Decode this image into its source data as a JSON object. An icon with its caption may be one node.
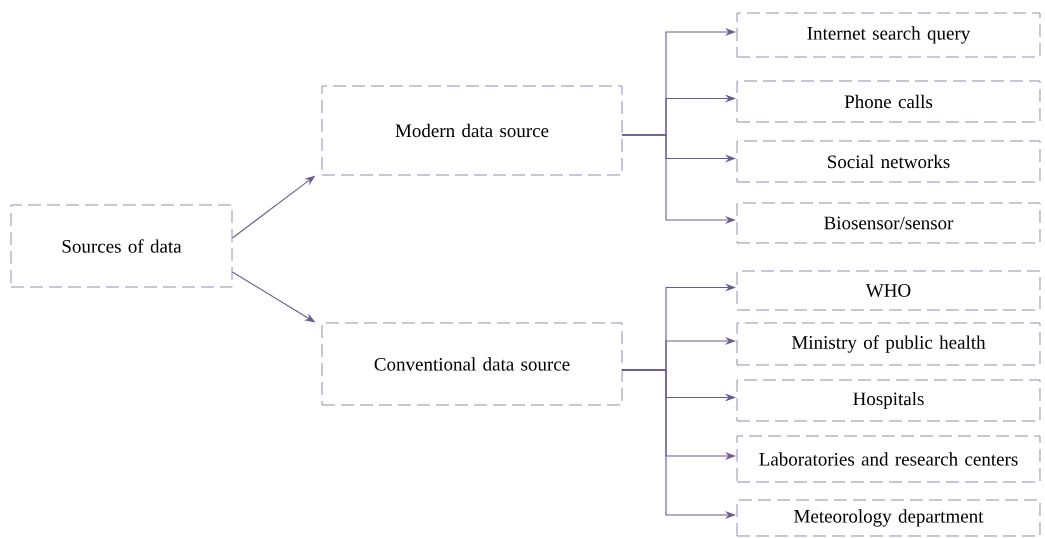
{
  "diagram": {
    "nodes": [
      {
        "text": [
          "Sources of data"
        ]
      },
      {
        "text": [
          "Modern data source"
        ]
      },
      {
        "text": [
          "Conventional data source"
        ]
      },
      {
        "text": [
          "Internet search query"
        ]
      },
      {
        "text": [
          "Phone calls"
        ]
      },
      {
        "text": [
          "Social networks"
        ]
      },
      {
        "text": [
          "Biosensor/sensor"
        ]
      },
      {
        "text": [
          "WHO"
        ]
      },
      {
        "text": [
          "Ministry of public health"
        ]
      },
      {
        "text": [
          "Hospitals"
        ]
      },
      {
        "text": [
          "Laboratories and research centers"
        ]
      },
      {
        "text": [
          "Meteorology department"
        ]
      }
    ],
    "edges": [
      {
        "from": 0,
        "to": 1,
        "arrow": "to"
      },
      {
        "from": 0,
        "to": 2,
        "arrow": "to"
      },
      {
        "from": 1,
        "to": 3,
        "arrow": "to"
      },
      {
        "from": 1,
        "to": 4,
        "arrow": "to"
      },
      {
        "from": 1,
        "to": 5,
        "arrow": "to"
      },
      {
        "from": 1,
        "to": 6,
        "arrow": "to"
      },
      {
        "from": 2,
        "to": 7,
        "arrow": "to"
      },
      {
        "from": 2,
        "to": 8,
        "arrow": "to"
      },
      {
        "from": 2,
        "to": 9,
        "arrow": "to"
      },
      {
        "from": 2,
        "to": 10,
        "arrow": "to"
      },
      {
        "from": 2,
        "to": 11,
        "arrow": "to"
      }
    ]
  }
}
